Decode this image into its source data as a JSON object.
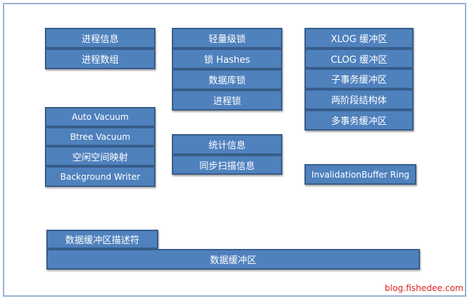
{
  "group_left_top": [
    "进程信息",
    "进程数组"
  ],
  "group_mid_top": [
    "轻量级锁",
    "锁 Hashes",
    "数据库锁",
    "进程锁"
  ],
  "group_right_top": [
    "XLOG 缓冲区",
    "CLOG 缓冲区",
    "子事务缓冲区",
    "两阶段结构体",
    "多事务缓冲区"
  ],
  "group_left_mid": [
    "Auto Vacuum",
    "Btree Vacuum",
    "空闲空间映射",
    "Background Writer"
  ],
  "group_mid_mid": [
    "统计信息",
    "同步扫描信息"
  ],
  "invalidation_label": "InvalidationBuffer Ring",
  "buffer_desc_label": "数据缓冲区描述符",
  "buffer_label": "数据缓冲区",
  "watermark": "blog.fishedee.com"
}
